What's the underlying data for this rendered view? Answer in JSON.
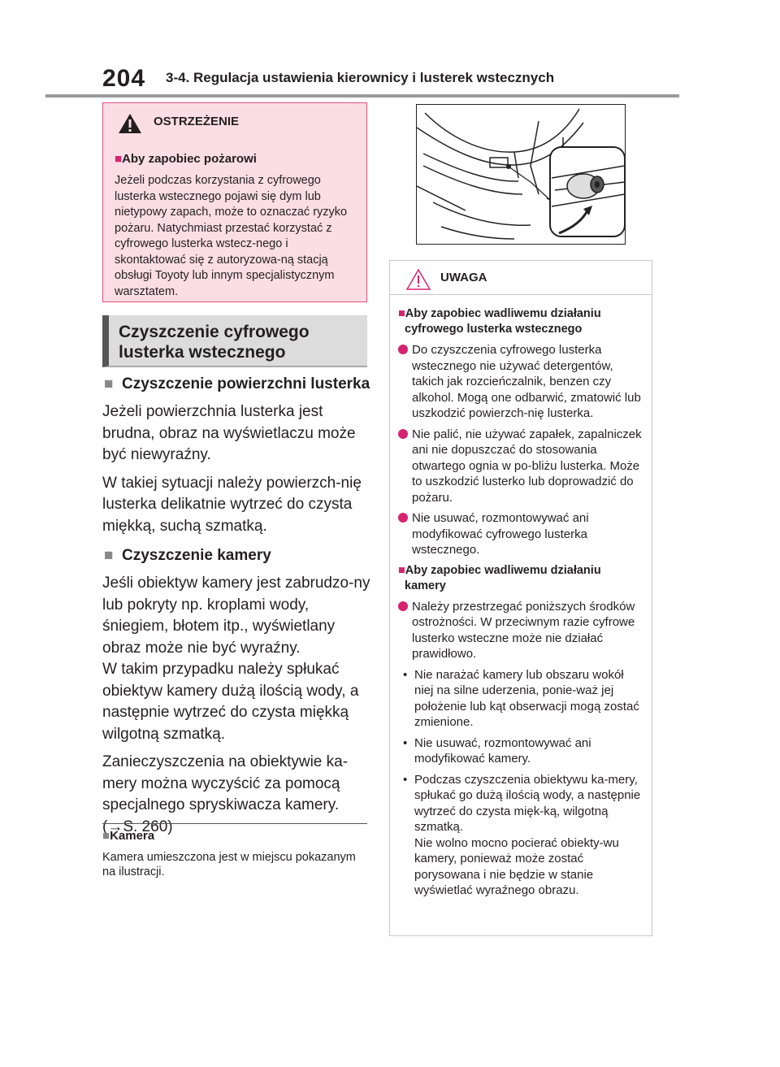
{
  "header": {
    "page_number": "204",
    "section_title": "3-4. Regulacja ustawienia kierownicy i lusterek wstecznych"
  },
  "warning": {
    "title": "OSTRZEŻENIE",
    "subheading": "Aby zapobiec pożarowi",
    "text": "Jeżeli podczas korzystania z cyfrowego lusterka wstecznego pojawi się dym lub nietypowy zapach, może to oznaczać ryzyko pożaru. Natychmiast przestać korzystać z cyfrowego lusterka wstecz-nego i skontaktować się z autoryzowa-ną stacją obsługi Toyoty lub innym specjalistycznym warsztatem."
  },
  "section": {
    "heading_line1": "Czyszczenie cyfrowego",
    "heading_line2": "lusterka wstecznego"
  },
  "left": {
    "sub1": "Czyszczenie powierzchni lusterka",
    "p1": "Jeżeli powierzchnia lusterka jest brudna, obraz na wyświetlaczu może być niewyraźny.",
    "p2": "W takiej sytuacji należy powierzch-nię lusterka delikatnie wytrzeć do czysta miękką, suchą szmatką.",
    "sub2": "Czyszczenie kamery",
    "p3": "Jeśli obiektyw kamery jest zabrudzo-ny lub pokryty np. kroplami wody, śniegiem, błotem itp., wyświetlany obraz może nie być wyraźny.",
    "p4": "W takim przypadku należy spłukać obiektyw kamery dużą ilością wody, a następnie wytrzeć do czysta miękką wilgotną szmatką.",
    "p5": "Zanieczyszczenia na obiektywie ka-mery można wyczyścić za pomocą specjalnego spryskiwacza kamery.",
    "p5_ref": "(→S. 260)",
    "camera_heading": "Kamera",
    "camera_text": "Kamera umieszczona jest w miejscu pokazanym na ilustracji."
  },
  "notice": {
    "title": "UWAGA",
    "sub1": "Aby zapobiec wadliwemu działaniu cyfrowego lusterka wstecznego",
    "b1": "Do czyszczenia cyfrowego lusterka wstecznego nie używać detergentów, takich jak rozcieńczalnik, benzen czy alkohol. Mogą one odbarwić, zmatowić lub uszkodzić powierzch-nię lusterka.",
    "b2": "Nie palić, nie używać zapałek, zapalniczek ani nie dopuszczać do stosowania otwartego ognia w po-bliżu lusterka. Może to uszkodzić lusterko lub doprowadzić do pożaru.",
    "b3": "Nie usuwać, rozmontowywać ani modyfikować cyfrowego lusterka wstecznego.",
    "sub2": "Aby zapobiec wadliwemu działaniu kamery",
    "b4": "Należy przestrzegać poniższych środków ostrożności. W przeciwnym razie cyfrowe lusterko wsteczne może nie działać prawidłowo.",
    "d1": "Nie narażać kamery lub obszaru wokół niej na silne uderzenia, ponie-waż jej położenie lub kąt obserwacji mogą zostać zmienione.",
    "d2": "Nie usuwać, rozmontowywać ani modyfikować kamery.",
    "d3": "Podczas czyszczenia obiektywu ka-mery, spłukać go dużą ilością wody, a następnie wytrzeć do czysta mięk-ką, wilgotną szmatką.",
    "d3b": "Nie wolno mocno pocierać obiekty-wu kamery, ponieważ może zostać porysowana i nie będzie w stanie wyświetlać wyraźnego obrazu."
  },
  "colors": {
    "accent": "#d6246f",
    "warning_bg": "#fbdde6",
    "warning_border": "#e0507a"
  }
}
